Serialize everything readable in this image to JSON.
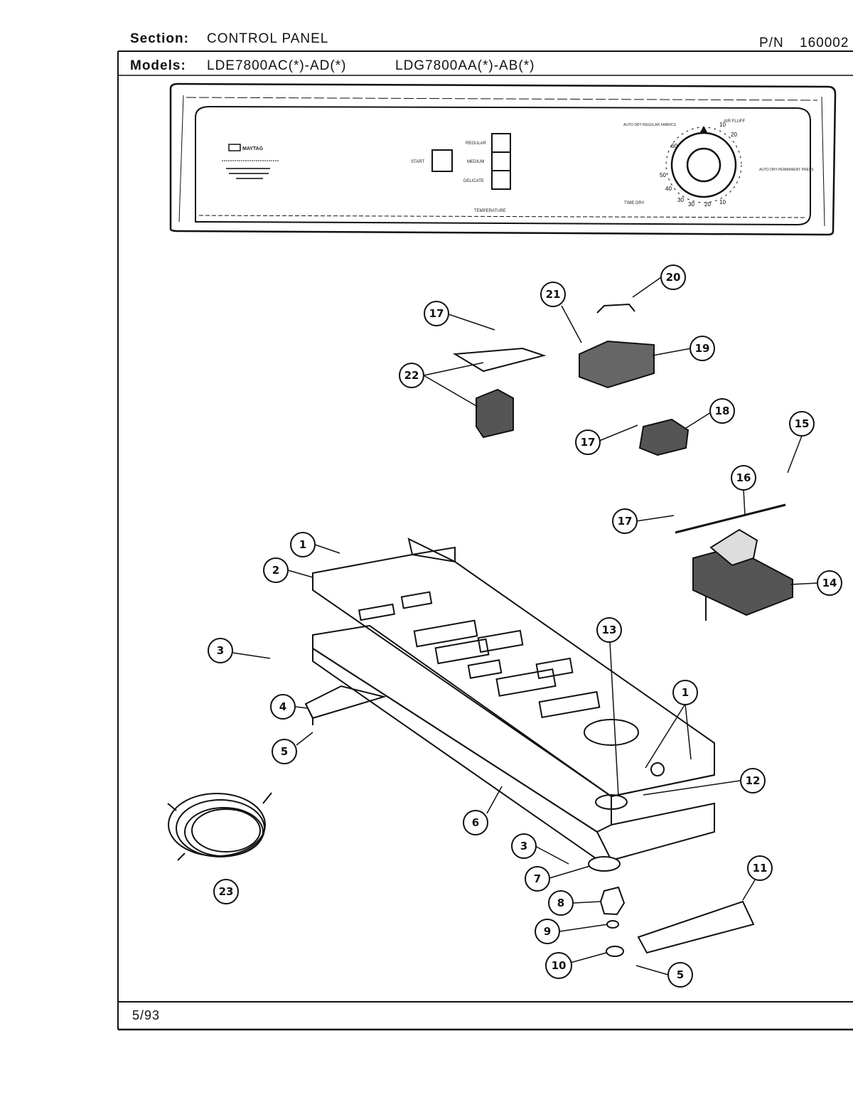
{
  "header": {
    "section_label": "Section:",
    "section_value": "CONTROL PANEL",
    "pn_label": "P/N",
    "pn_value": "160002",
    "models_label": "Models:",
    "models_value_1": "LDE7800AC(*)-AD(*)",
    "models_value_2": "LDG7800AA(*)-AB(*)"
  },
  "footer": {
    "date": "5/93"
  },
  "panel": {
    "brand": "MAYTAG",
    "start": "START",
    "temperature": "TEMPERATURE",
    "temp_options": [
      "REGULAR",
      "MEDIUM",
      "DELICATE"
    ],
    "timer_labels": [
      "AUTO DRY REGULAR FABRICS",
      "AIR FLUFF",
      "AUTO DRY PERMANENT PRESS",
      "TIME DRY"
    ],
    "timer_numbers": [
      "10",
      "20",
      "30",
      "40",
      "50",
      "60",
      "30",
      "20",
      "10"
    ]
  },
  "callouts": [
    "1",
    "2",
    "3",
    "4",
    "5",
    "6",
    "7",
    "8",
    "9",
    "10",
    "11",
    "12",
    "13",
    "14",
    "15",
    "16",
    "17",
    "18",
    "19",
    "20",
    "21",
    "22",
    "23"
  ],
  "colors": {
    "ink": "#111111",
    "paper": "#ffffff"
  }
}
